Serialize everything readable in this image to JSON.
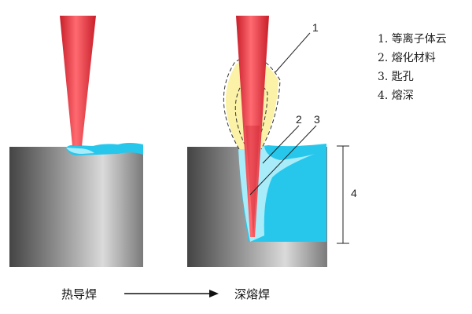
{
  "legend": {
    "items": [
      "1. 等离子体云",
      "2. 熔化材料",
      "3. 匙孔",
      "4. 熔深"
    ]
  },
  "callouts": {
    "plasma": "1",
    "melt": "2",
    "keyhole": "3",
    "depth": "4"
  },
  "captions": {
    "left": "热导焊",
    "right": "深熔焊"
  },
  "colors": {
    "laser": "#e8323c",
    "plasma_cloud": "#fbf2a8",
    "molten_material": "#27c7ec",
    "light_melt": "#a8ecfa",
    "metal_dark": "#4a4a4a",
    "metal_light": "#d9d9d9"
  }
}
